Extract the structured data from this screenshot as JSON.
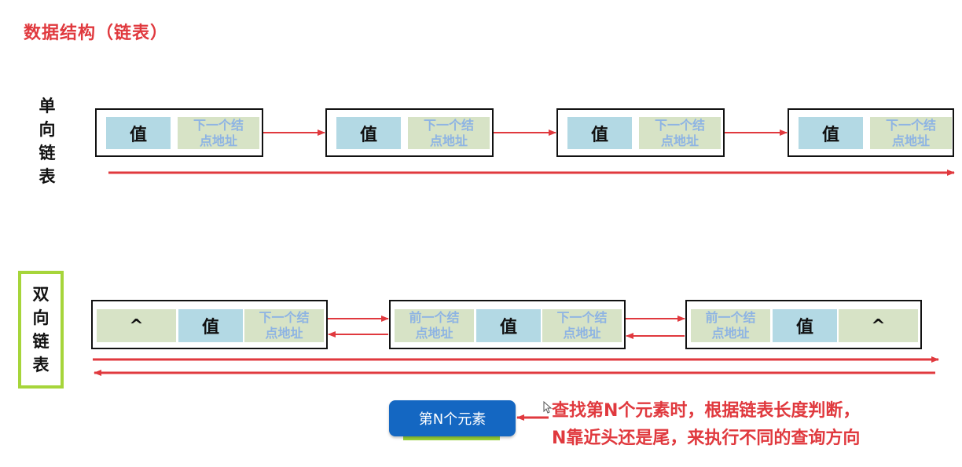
{
  "title": "数据结构（链表）",
  "singly": {
    "label": "单\n向\n链\n表",
    "nodes": [
      {
        "value": "值",
        "next": "下一个结\n点地址"
      },
      {
        "value": "值",
        "next": "下一个结\n点地址"
      },
      {
        "value": "值",
        "next": "下一个结\n点地址"
      },
      {
        "value": "值",
        "next": "下一个结\n点地址"
      }
    ]
  },
  "doubly": {
    "label": "双\n向\n链\n表",
    "nodes": [
      {
        "prev": "^",
        "value": "值",
        "next": "下一个结\n点地址"
      },
      {
        "prev": "前一个结\n点地址",
        "value": "值",
        "next": "下一个结\n点地址"
      },
      {
        "prev": "前一个结\n点地址",
        "value": "值",
        "next": "^"
      }
    ]
  },
  "button": {
    "label": "第N个元素"
  },
  "note": {
    "line1": "查找第N个元素时，根据链表长度判断，",
    "line2": "N靠近头还是尾，来执行不同的查询方向"
  },
  "colors": {
    "accent_red": "#e0393e",
    "value_cell": "#b3d9e4",
    "pointer_cell": "#d7e3c6",
    "pointer_text": "#8eb4e3",
    "button_blue": "#1467c2",
    "highlight_green": "#a6d53a"
  }
}
